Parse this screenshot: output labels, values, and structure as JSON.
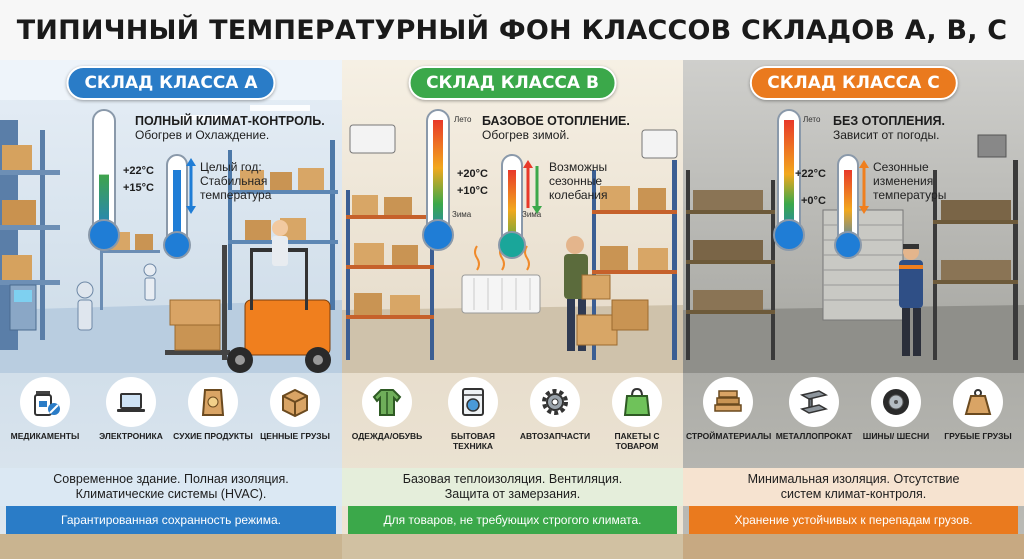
{
  "title": "ТИПИЧНЫЙ ТЕМПЕРАТУРНЫЙ ФОН КЛАССОВ СКЛАДОВ A, B, C",
  "colors": {
    "class_a": "#2a7cc7",
    "class_b": "#3ba84a",
    "class_c": "#ea7a1e"
  },
  "panels": [
    {
      "pill": "СКЛАД КЛАССА A",
      "headline": "ПОЛНЫЙ КЛИМАТ-КОНТРОЛЬ.",
      "subline": "Обогрев и Охлаждение.",
      "temps": [
        "+22°C",
        "+15°C"
      ],
      "side_text": [
        "Целый год:",
        "Стабильная",
        "температура"
      ],
      "icons": [
        {
          "label": "МЕДИКАМЕНТЫ",
          "icon": "medicine-icon"
        },
        {
          "label": "ЭЛЕКТРОНИКА",
          "icon": "laptop-icon"
        },
        {
          "label": "СУХИЕ ПРОДУКТЫ",
          "icon": "dry-food-icon"
        },
        {
          "label": "ЦЕННЫЕ ГРУЗЫ",
          "icon": "box-icon"
        }
      ],
      "description": [
        "Современное здание. Полная изоляция.",
        "Климатические системы (HVAC)."
      ],
      "banner": "Гарантированная сохранность режима."
    },
    {
      "pill": "СКЛАД КЛАССА B",
      "headline": "БАЗОВОЕ ОТОПЛЕНИЕ.",
      "subline": "Обогрев зимой.",
      "temps": [
        "+20°C",
        "+10°C"
      ],
      "season_top": "Лето",
      "season_bottom": [
        "Зима",
        "Зима"
      ],
      "side_text": [
        "Возможны",
        "сезонные",
        "колебания"
      ],
      "icons": [
        {
          "label": "ОДЕЖДА/ОБУВЬ",
          "icon": "jacket-icon"
        },
        {
          "label": "БЫТОВАЯ ТЕХНИКА",
          "icon": "washing-machine-icon"
        },
        {
          "label": "АВТОЗАПЧАСТИ",
          "icon": "gear-icon"
        },
        {
          "label": "ПАКЕТЫ С ТОВАРОМ",
          "icon": "shopping-bag-icon"
        }
      ],
      "description": [
        "Базовая теплоизоляция. Вентиляция.",
        "Защита от замерзания."
      ],
      "banner": "Для товаров, не требующих строгого климата."
    },
    {
      "pill": "СКЛАД КЛАССА C",
      "headline": "БЕЗ ОТОПЛЕНИЯ.",
      "subline": "Зависит от погоды.",
      "temps": [
        "+22°C",
        "+0°C"
      ],
      "season_top": "Лето",
      "side_text": [
        "Сезонные",
        "изменения",
        "температуры"
      ],
      "icons": [
        {
          "label": "СТРОЙМАТЕРИАЛЫ",
          "icon": "lumber-icon"
        },
        {
          "label": "МЕТАЛЛОПРОКАТ",
          "icon": "steel-beam-icon"
        },
        {
          "label": "ШИНЫ/ ШЕСНИ",
          "icon": "tire-icon"
        },
        {
          "label": "ГРУБЫЕ ГРУЗЫ",
          "icon": "weight-icon"
        }
      ],
      "description": [
        "Минимальная изоляция. Отсутствие",
        "систем климат-контроля."
      ],
      "banner": "Хранение устойчивых к перепадам грузов."
    }
  ]
}
